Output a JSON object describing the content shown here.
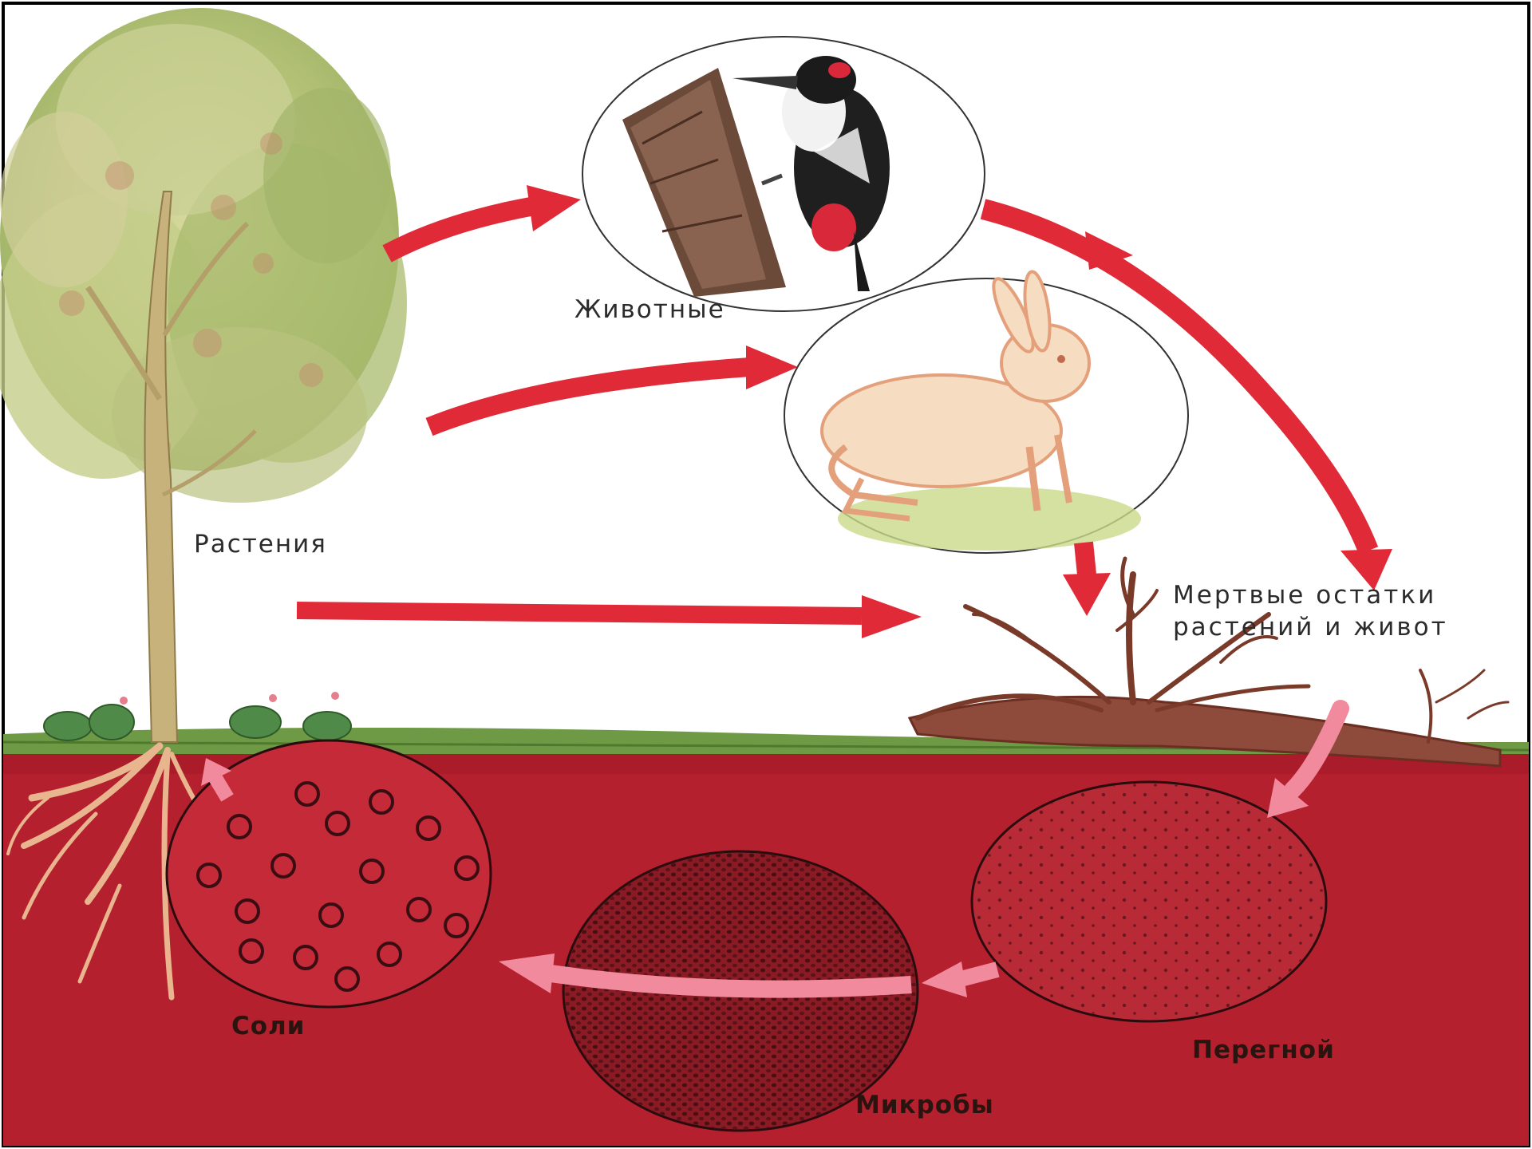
{
  "labels": {
    "plants": "Растения",
    "animals": "Животные",
    "remains_line1": "Мертвые остатки",
    "remains_line2": "растений и живот",
    "salts": "Соли",
    "microbes": "Микробы",
    "humus": "Перегной"
  },
  "colors": {
    "arrow_red": "#e12a38",
    "arrow_pink": "#f08a9c",
    "soil": "#b5202e",
    "grass": "#6f9a45",
    "foliage": "#b4c77a",
    "trunk": "#c7b27c",
    "root": "#e9b58f"
  },
  "icons": [
    "tree-icon",
    "woodpecker-icon",
    "hare-icon",
    "fallen-stump-icon",
    "soil-particles-icon"
  ]
}
